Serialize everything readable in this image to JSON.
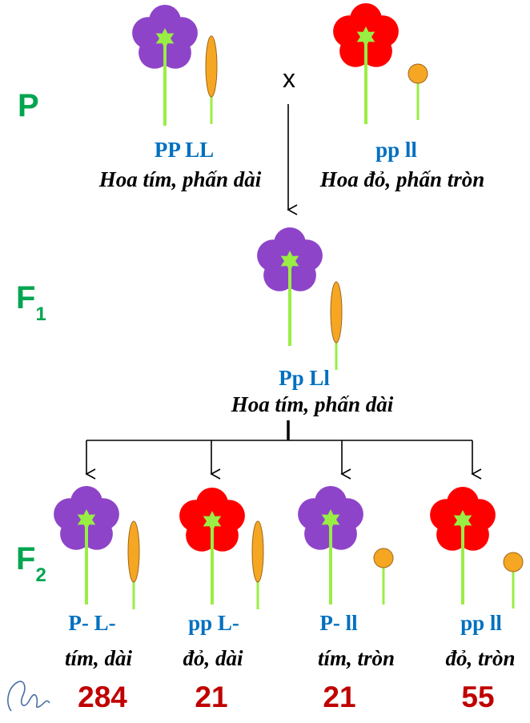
{
  "colors": {
    "purple_petal": "#8e44c9",
    "red_petal": "#ff0000",
    "stem": "#99ee44",
    "star": "#99ee44",
    "pollen": "#f5a623",
    "pollen_stroke": "#a0661a",
    "generation_label": "#00a550",
    "genotype_text": "#0070c0",
    "count_text": "#c00000"
  },
  "generations": {
    "p": "P",
    "f1_base": "F",
    "f1_sub": "1",
    "f2_base": "F",
    "f2_sub": "2"
  },
  "cross_symbol": "x",
  "parents": [
    {
      "genotype": "PP LL",
      "phenotype": "Hoa tím, phấn dài",
      "flower": "purple",
      "pollen": "long"
    },
    {
      "genotype": "pp ll",
      "phenotype": "Hoa đỏ, phấn tròn",
      "flower": "red",
      "pollen": "round"
    }
  ],
  "f1": {
    "genotype": "Pp Ll",
    "phenotype": "Hoa tím, phấn dài",
    "flower": "purple",
    "pollen": "long"
  },
  "f2": [
    {
      "genotype": "P- L-",
      "phenotype": "tím, dài",
      "count": "284",
      "flower": "purple",
      "pollen": "long"
    },
    {
      "genotype": "pp L-",
      "phenotype": "đỏ, dài",
      "count": "21",
      "flower": "red",
      "pollen": "long"
    },
    {
      "genotype": "P- ll",
      "phenotype": "tím, tròn",
      "count": "21",
      "flower": "purple",
      "pollen": "round"
    },
    {
      "genotype": "pp ll",
      "phenotype": "đỏ, tròn",
      "count": "55",
      "flower": "red",
      "pollen": "round"
    }
  ],
  "icons": {
    "signature": "signature-scribble"
  }
}
